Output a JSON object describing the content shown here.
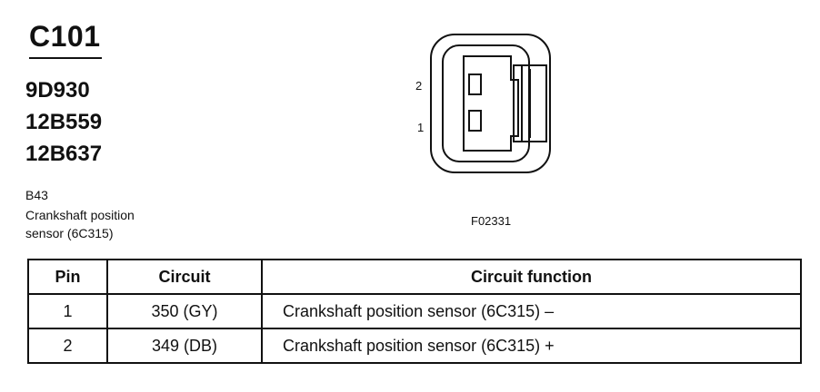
{
  "connector": "C101",
  "part_numbers": [
    "9D930",
    "12B559",
    "12B637"
  ],
  "component": {
    "code": "B43",
    "description_line1": "Crankshaft position",
    "description_line2": "sensor (6C315)"
  },
  "figure_code": "F02331",
  "pin_labels": [
    "2",
    "1"
  ],
  "table": {
    "headers": [
      "Pin",
      "Circuit",
      "Circuit function"
    ],
    "rows": [
      [
        "1",
        "350 (GY)",
        "Crankshaft position sensor (6C315) –"
      ],
      [
        "2",
        "349 (DB)",
        "Crankshaft position sensor (6C315) +"
      ]
    ]
  }
}
